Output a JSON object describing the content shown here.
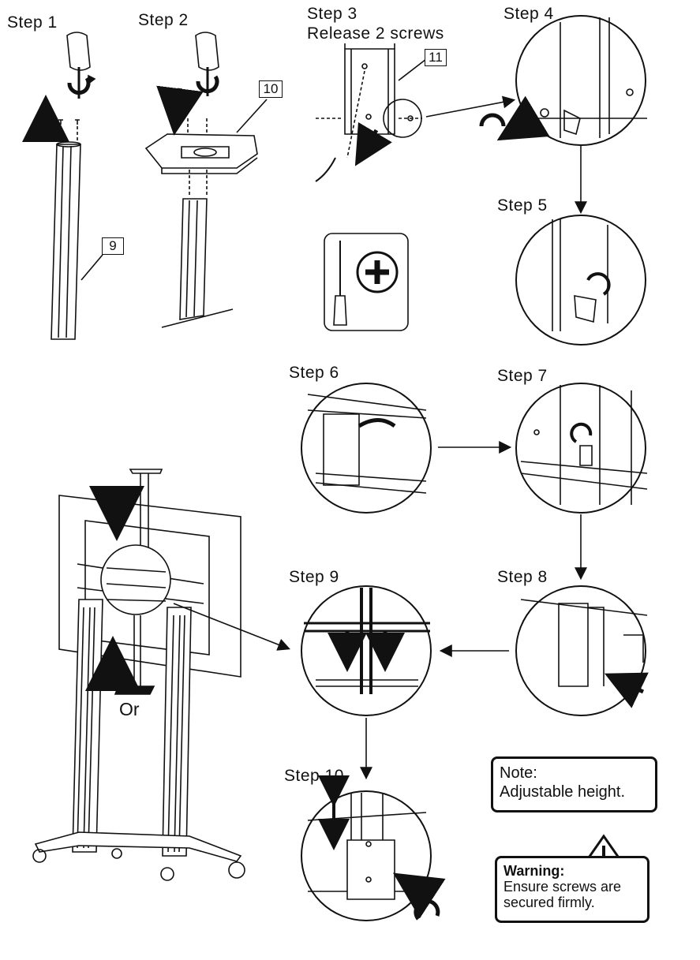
{
  "steps": {
    "s1": "Step 1",
    "s2": "Step 2",
    "s3": "Step 3",
    "s3_sub": "Release 2 screws",
    "s4": "Step 4",
    "s5": "Step 5",
    "s6": "Step 6",
    "s7": "Step 7",
    "s8": "Step 8",
    "s9": "Step 9",
    "s10": "Step 10"
  },
  "parts": {
    "p9": "9",
    "p10": "10",
    "p11": "11"
  },
  "or_label": "Or",
  "note": {
    "line1": "Note:",
    "line2": "Adjustable height."
  },
  "warning": {
    "title": "Warning:",
    "line1": "Ensure screws are",
    "line2": "secured firmly.",
    "icon": "warning-triangle-icon"
  },
  "icons": [
    "screwdriver-icon",
    "phillips-head-icon",
    "rotate-arrow-icon",
    "hand-icon"
  ],
  "colors": {
    "ink": "#111111",
    "background": "#ffffff"
  }
}
